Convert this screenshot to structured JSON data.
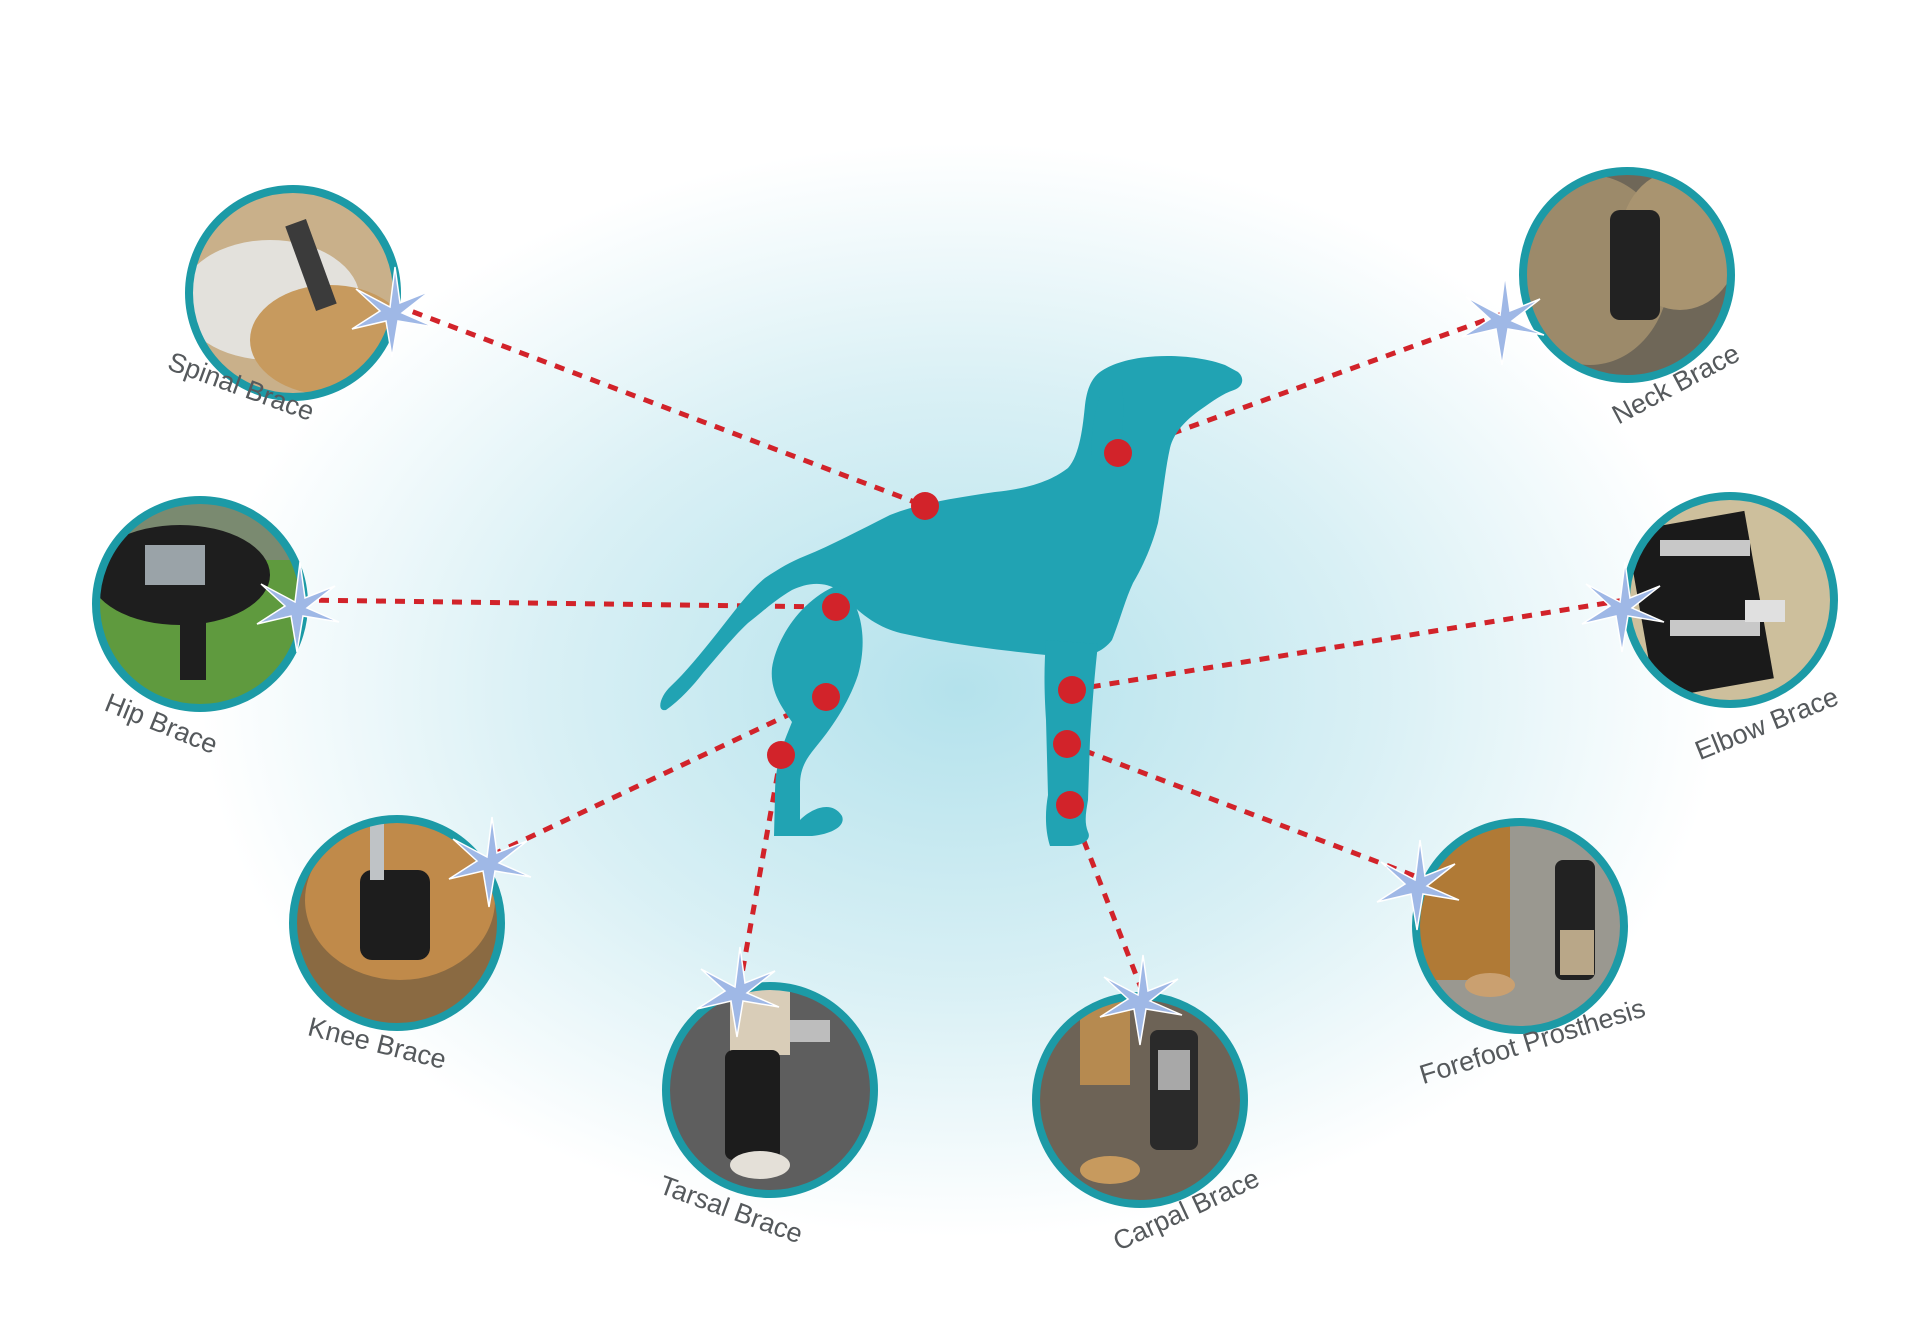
{
  "diagram": {
    "dog_color": "#21a3b3",
    "ring_color": "#1c9aa6",
    "dot_color": "#d2232a",
    "glow_color": "#bfe6ee",
    "braces": [
      {
        "key": "spinal",
        "label": "Spinal Brace"
      },
      {
        "key": "neck",
        "label": "Neck Brace"
      },
      {
        "key": "hip",
        "label": "Hip Brace"
      },
      {
        "key": "elbow",
        "label": "Elbow Brace"
      },
      {
        "key": "knee",
        "label": "Knee Brace"
      },
      {
        "key": "forefoot",
        "label": "Forefoot Prosthesis"
      },
      {
        "key": "tarsal",
        "label": "Tarsal Brace"
      },
      {
        "key": "carpal",
        "label": "Carpal Brace"
      }
    ]
  }
}
